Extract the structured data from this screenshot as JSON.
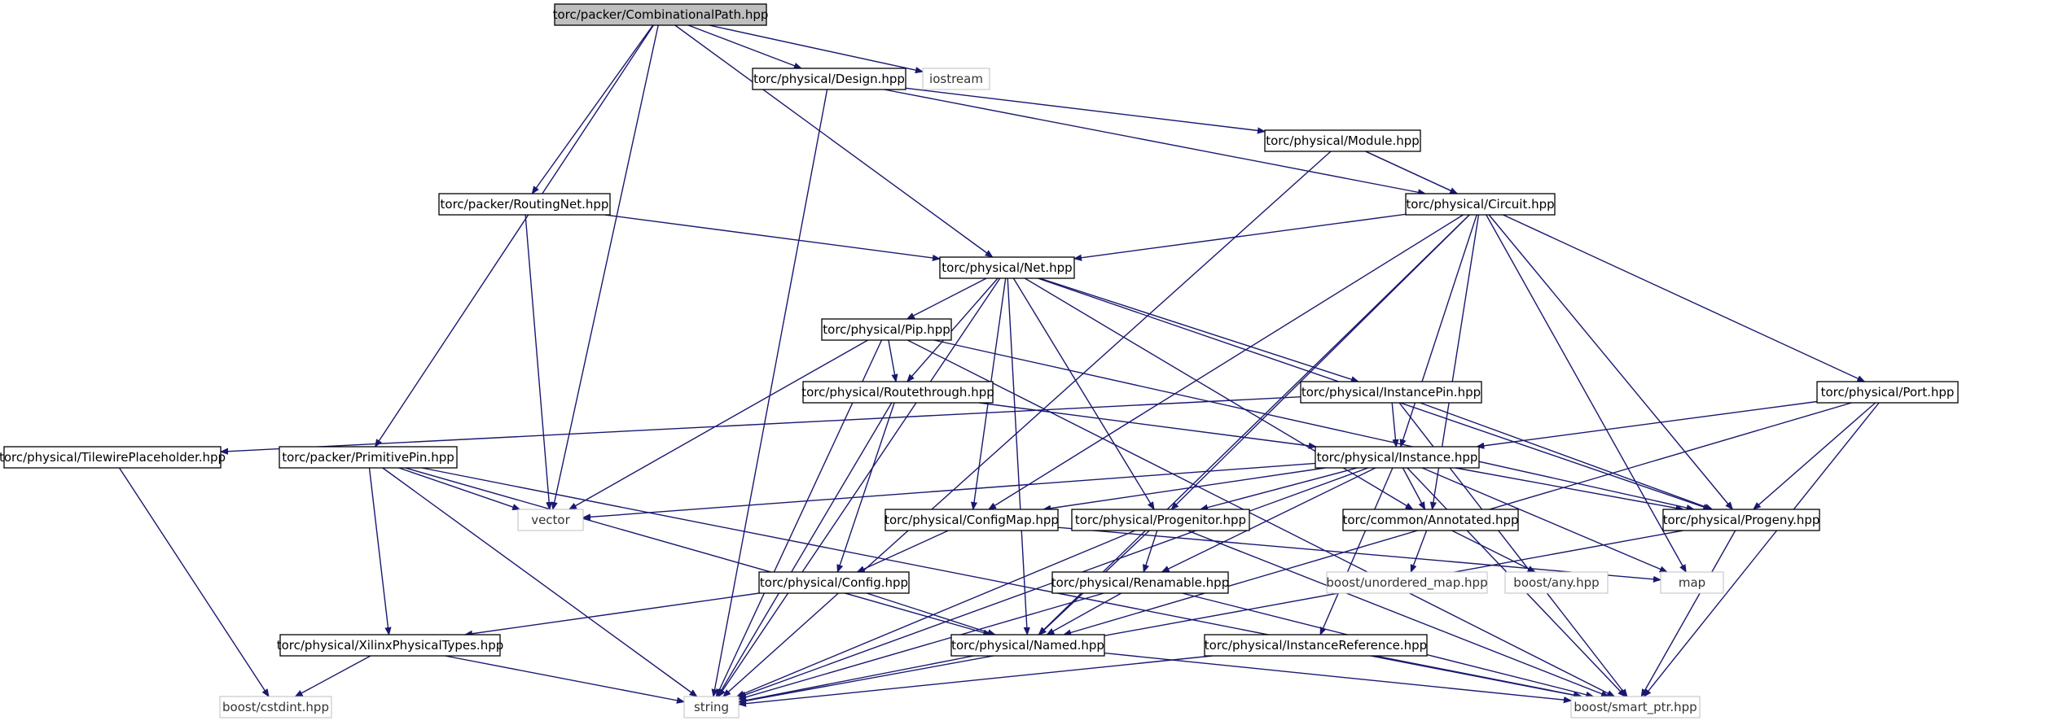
{
  "colors": {
    "edge": "#191970",
    "node_border": "#000000",
    "ext_border": "#bfbfbf",
    "root_fill": "#bfbfbf",
    "node_fill": "#ffffff"
  },
  "nodes": [
    {
      "id": "CombinationalPath",
      "label": "torc/packer/CombinationalPath.hpp",
      "kind": "root"
    },
    {
      "id": "iostream",
      "label": "iostream",
      "kind": "external"
    },
    {
      "id": "Design",
      "label": "torc/physical/Design.hpp",
      "kind": "internal"
    },
    {
      "id": "Module",
      "label": "torc/physical/Module.hpp",
      "kind": "internal"
    },
    {
      "id": "RoutingNet",
      "label": "torc/packer/RoutingNet.hpp",
      "kind": "internal"
    },
    {
      "id": "Circuit",
      "label": "torc/physical/Circuit.hpp",
      "kind": "internal"
    },
    {
      "id": "Net",
      "label": "torc/physical/Net.hpp",
      "kind": "internal"
    },
    {
      "id": "Pip",
      "label": "torc/physical/Pip.hpp",
      "kind": "internal"
    },
    {
      "id": "Routethrough",
      "label": "torc/physical/Routethrough.hpp",
      "kind": "internal"
    },
    {
      "id": "InstancePin",
      "label": "torc/physical/InstancePin.hpp",
      "kind": "internal"
    },
    {
      "id": "Port",
      "label": "torc/physical/Port.hpp",
      "kind": "internal"
    },
    {
      "id": "TilewirePlaceholder",
      "label": "torc/physical/TilewirePlaceholder.hpp",
      "kind": "internal"
    },
    {
      "id": "PrimitivePin",
      "label": "torc/packer/PrimitivePin.hpp",
      "kind": "internal"
    },
    {
      "id": "Instance",
      "label": "torc/physical/Instance.hpp",
      "kind": "internal"
    },
    {
      "id": "vector",
      "label": "vector",
      "kind": "external"
    },
    {
      "id": "ConfigMap",
      "label": "torc/physical/ConfigMap.hpp",
      "kind": "internal"
    },
    {
      "id": "Progenitor",
      "label": "torc/physical/Progenitor.hpp",
      "kind": "internal"
    },
    {
      "id": "Annotated",
      "label": "torc/common/Annotated.hpp",
      "kind": "internal"
    },
    {
      "id": "Progeny",
      "label": "torc/physical/Progeny.hpp",
      "kind": "internal"
    },
    {
      "id": "Config",
      "label": "torc/physical/Config.hpp",
      "kind": "internal"
    },
    {
      "id": "Renamable",
      "label": "torc/physical/Renamable.hpp",
      "kind": "internal"
    },
    {
      "id": "unordered_map",
      "label": "boost/unordered_map.hpp",
      "kind": "external"
    },
    {
      "id": "any",
      "label": "boost/any.hpp",
      "kind": "external"
    },
    {
      "id": "map",
      "label": "map",
      "kind": "external"
    },
    {
      "id": "XilinxPhysicalTypes",
      "label": "torc/physical/XilinxPhysicalTypes.hpp",
      "kind": "internal"
    },
    {
      "id": "Named",
      "label": "torc/physical/Named.hpp",
      "kind": "internal"
    },
    {
      "id": "InstanceReference",
      "label": "torc/physical/InstanceReference.hpp",
      "kind": "internal"
    },
    {
      "id": "cstdint",
      "label": "boost/cstdint.hpp",
      "kind": "external"
    },
    {
      "id": "string",
      "label": "string",
      "kind": "external"
    },
    {
      "id": "smart_ptr",
      "label": "boost/smart_ptr.hpp",
      "kind": "external"
    }
  ],
  "edges": [
    [
      "CombinationalPath",
      "Design"
    ],
    [
      "CombinationalPath",
      "iostream"
    ],
    [
      "CombinationalPath",
      "RoutingNet"
    ],
    [
      "CombinationalPath",
      "Net"
    ],
    [
      "CombinationalPath",
      "PrimitivePin"
    ],
    [
      "CombinationalPath",
      "vector"
    ],
    [
      "Design",
      "Module"
    ],
    [
      "Design",
      "Circuit"
    ],
    [
      "Design",
      "string"
    ],
    [
      "Module",
      "Circuit"
    ],
    [
      "Module",
      "Port"
    ],
    [
      "Module",
      "string"
    ],
    [
      "RoutingNet",
      "Net"
    ],
    [
      "RoutingNet",
      "vector"
    ],
    [
      "Circuit",
      "Net"
    ],
    [
      "Circuit",
      "Instance"
    ],
    [
      "Circuit",
      "ConfigMap"
    ],
    [
      "Circuit",
      "Progenitor"
    ],
    [
      "Circuit",
      "Annotated"
    ],
    [
      "Circuit",
      "Progeny"
    ],
    [
      "Circuit",
      "map"
    ],
    [
      "Circuit",
      "Named"
    ],
    [
      "Net",
      "Pip"
    ],
    [
      "Net",
      "Routethrough"
    ],
    [
      "Net",
      "InstancePin"
    ],
    [
      "Net",
      "ConfigMap"
    ],
    [
      "Net",
      "Progenitor"
    ],
    [
      "Net",
      "Annotated"
    ],
    [
      "Net",
      "Progeny"
    ],
    [
      "Net",
      "Named"
    ],
    [
      "Net",
      "string"
    ],
    [
      "Pip",
      "Routethrough"
    ],
    [
      "Pip",
      "vector"
    ],
    [
      "Pip",
      "string"
    ],
    [
      "Pip",
      "Progeny"
    ],
    [
      "Pip",
      "smart_ptr"
    ],
    [
      "Routethrough",
      "Instance"
    ],
    [
      "Routethrough",
      "Config"
    ],
    [
      "Routethrough",
      "string"
    ],
    [
      "InstancePin",
      "TilewirePlaceholder"
    ],
    [
      "InstancePin",
      "Instance"
    ],
    [
      "InstancePin",
      "Progeny"
    ],
    [
      "InstancePin",
      "smart_ptr"
    ],
    [
      "Port",
      "Instance"
    ],
    [
      "Port",
      "Progeny"
    ],
    [
      "Port",
      "Named"
    ],
    [
      "Port",
      "smart_ptr"
    ],
    [
      "TilewirePlaceholder",
      "cstdint"
    ],
    [
      "PrimitivePin",
      "vector"
    ],
    [
      "PrimitivePin",
      "XilinxPhysicalTypes"
    ],
    [
      "PrimitivePin",
      "string"
    ],
    [
      "PrimitivePin",
      "Named"
    ],
    [
      "PrimitivePin",
      "smart_ptr"
    ],
    [
      "Instance",
      "vector"
    ],
    [
      "Instance",
      "ConfigMap"
    ],
    [
      "Instance",
      "Progenitor"
    ],
    [
      "Instance",
      "Annotated"
    ],
    [
      "Instance",
      "Progeny"
    ],
    [
      "Instance",
      "Renamable"
    ],
    [
      "Instance",
      "map"
    ],
    [
      "Instance",
      "InstanceReference"
    ],
    [
      "Instance",
      "smart_ptr"
    ],
    [
      "Instance",
      "string"
    ],
    [
      "ConfigMap",
      "Config"
    ],
    [
      "ConfigMap",
      "map"
    ],
    [
      "Progenitor",
      "Renamable"
    ],
    [
      "Progenitor",
      "Named"
    ],
    [
      "Progenitor",
      "string"
    ],
    [
      "Progenitor",
      "smart_ptr"
    ],
    [
      "Annotated",
      "unordered_map"
    ],
    [
      "Annotated",
      "any"
    ],
    [
      "Progeny",
      "smart_ptr"
    ],
    [
      "Progeny",
      "string"
    ],
    [
      "Config",
      "Named"
    ],
    [
      "Config",
      "XilinxPhysicalTypes"
    ],
    [
      "Renamable",
      "Named"
    ],
    [
      "Renamable",
      "string"
    ],
    [
      "Renamable",
      "smart_ptr"
    ],
    [
      "XilinxPhysicalTypes",
      "cstdint"
    ],
    [
      "XilinxPhysicalTypes",
      "string"
    ],
    [
      "Named",
      "string"
    ],
    [
      "Named",
      "smart_ptr"
    ],
    [
      "InstanceReference",
      "string"
    ],
    [
      "InstanceReference",
      "smart_ptr"
    ]
  ]
}
